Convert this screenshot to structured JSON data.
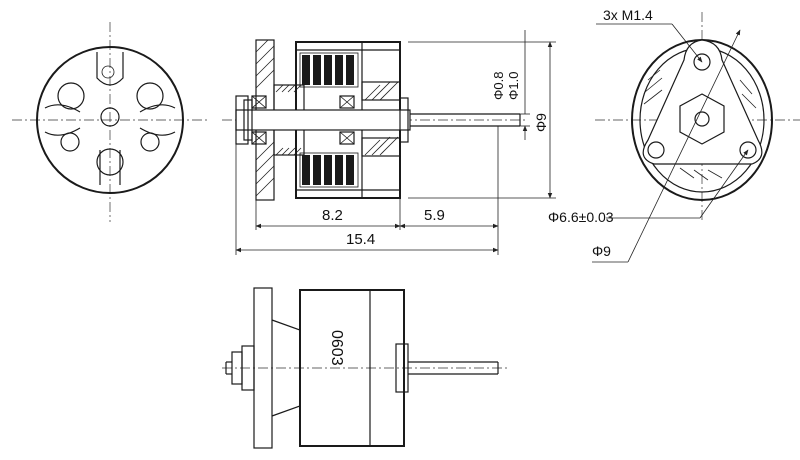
{
  "dimensions": {
    "screw_callout": "3x M1.4",
    "shaft_d1": "Φ0.8",
    "shaft_d2": "Φ1.0",
    "body_diameter_side": "Φ9",
    "length_body": "8.2",
    "length_shaft": "5.9",
    "length_total": "15.4",
    "mount_bolt_circle": "Φ6.6±0.03",
    "mount_outer_diameter": "Φ9"
  },
  "labels": {
    "model_marking": "0603"
  }
}
